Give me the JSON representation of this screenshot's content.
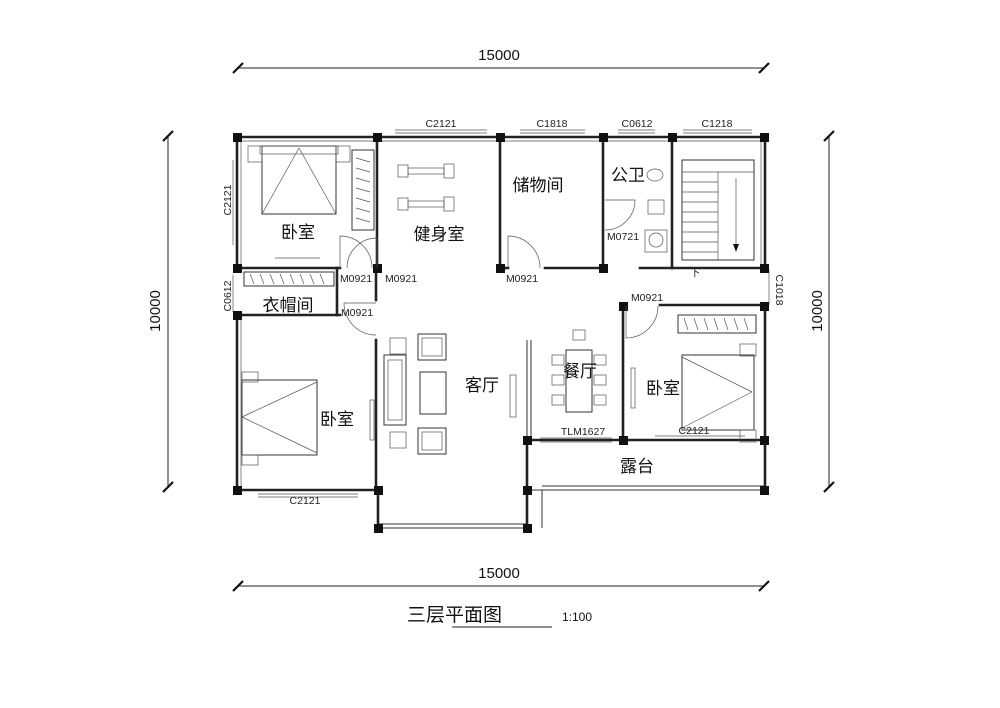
{
  "dimensions": {
    "top": "15000",
    "bottom": "15000",
    "left": "10000",
    "right": "10000"
  },
  "rooms": {
    "bedroom_nw": "卧室",
    "gym": "健身室",
    "storage": "储物间",
    "public_wc": "公卫",
    "cloakroom": "衣帽间",
    "living": "客厅",
    "dining": "餐厅",
    "bedroom_e": "卧室",
    "bedroom_sw": "卧室",
    "terrace": "露台"
  },
  "stair_label": "下",
  "windows": {
    "w_gym": "C2121",
    "w_storage": "C1818",
    "w_wc": "C0612",
    "w_stair": "C1218",
    "w_nw_side": "C2121",
    "w_cloak_side": "C0612",
    "w_east": "C1018",
    "w_bedroom_e": "C2121",
    "w_bedroom_sw": "C2121",
    "w_slide": "TLM1627"
  },
  "doors": {
    "d_nw_bed": "M0921",
    "d_gym": "M0921",
    "d_storage": "M0921",
    "d_wc": "M0721",
    "d_cloak": "M0921",
    "d_bedroom_e": "M0921"
  },
  "title": {
    "text": "三层平面图",
    "scale": "1:100"
  }
}
